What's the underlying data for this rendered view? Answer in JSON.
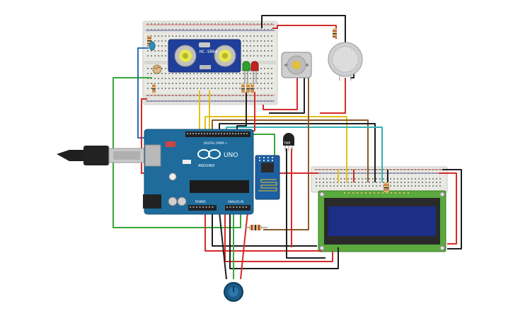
{
  "colors": {
    "background": "#ffffff",
    "arduino_board": "#1e6b9c",
    "breadboard": "#e8e8e4",
    "lcd_screen": "#1c2f86",
    "lcd_frame": "#4a9a33",
    "wire_red": "#d32b27",
    "wire_black": "#1e1e1e",
    "wire_green": "#37a73b",
    "wire_yellow": "#e2c21a",
    "wire_blue": "#2e6fb7",
    "wire_brown": "#8a5a2b",
    "wire_teal": "#34b3b3"
  },
  "components": {
    "arduino": {
      "brand_label": "ARDUINO",
      "model_label": "UNO",
      "power_label": "POWER",
      "analog_label": "ANALOG IN",
      "pwm_label": "DIGITAL (PWM~)"
    },
    "ultrasonic_sensor": {
      "label": "HC-SR04"
    },
    "temperature_sensor": {
      "label": "TMP"
    },
    "wifi_module": {
      "label": ""
    },
    "potentiometer": {
      "label": ""
    },
    "lcd": {
      "label": ""
    },
    "dc_motor": {
      "label": ""
    },
    "gas_sensor": {
      "label": ""
    },
    "leds": [
      "green",
      "red"
    ],
    "usb_cable": {
      "label": ""
    }
  }
}
